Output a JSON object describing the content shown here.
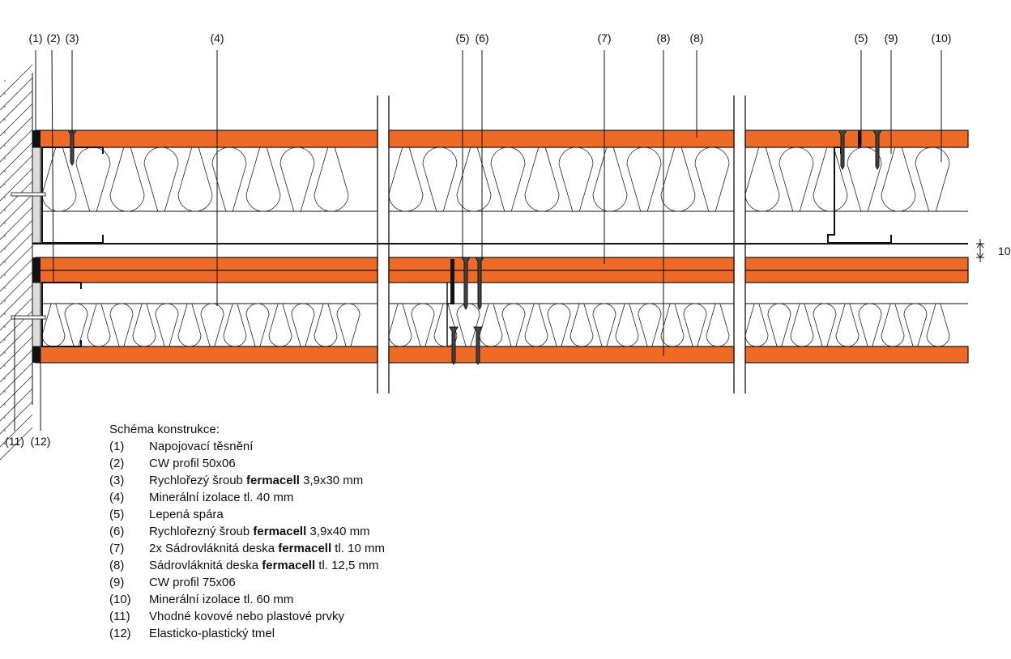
{
  "colors": {
    "board": "#EF6A25",
    "line": "#111111"
  },
  "callouts": [
    "(1)",
    "(2)",
    "(3)",
    "(4)",
    "(5)",
    "(6)",
    "(7)",
    "(8)",
    "(8)",
    "(5)",
    "(9)",
    "(10)",
    "(11)",
    "(12)"
  ],
  "dimension": "10",
  "legend": {
    "title": "Schéma konstrukce:",
    "items": [
      {
        "num": "(1)",
        "pre": "Napojovací těsnění",
        "brand": "",
        "post": ""
      },
      {
        "num": "(2)",
        "pre": "CW profil 50x06",
        "brand": "",
        "post": ""
      },
      {
        "num": "(3)",
        "pre": "Rychlořezý šroub ",
        "brand": "fermacell",
        "post": " 3,9x30 mm"
      },
      {
        "num": "(4)",
        "pre": "Minerální izolace tl. 40 mm",
        "brand": "",
        "post": ""
      },
      {
        "num": "(5)",
        "pre": "Lepená spára",
        "brand": "",
        "post": ""
      },
      {
        "num": "(6)",
        "pre": "Rychlořezný šroub ",
        "brand": "fermacell",
        "post": " 3,9x40 mm"
      },
      {
        "num": "(7)",
        "pre": "2x Sádrovláknitá deska ",
        "brand": "fermacell",
        "post": " tl. 10 mm"
      },
      {
        "num": "(8)",
        "pre": "Sádrovláknitá deska ",
        "brand": "fermacell",
        "post": " tl. 12,5 mm"
      },
      {
        "num": "(9)",
        "pre": "CW profil 75x06",
        "brand": "",
        "post": ""
      },
      {
        "num": "(10)",
        "pre": "Minerální izolace tl. 60 mm",
        "brand": "",
        "post": ""
      },
      {
        "num": "(11)",
        "pre": "Vhodné kovové nebo plastové prvky",
        "brand": "",
        "post": ""
      },
      {
        "num": "(12)",
        "pre": "Elasticko-plastický tmel",
        "brand": "",
        "post": ""
      }
    ]
  }
}
